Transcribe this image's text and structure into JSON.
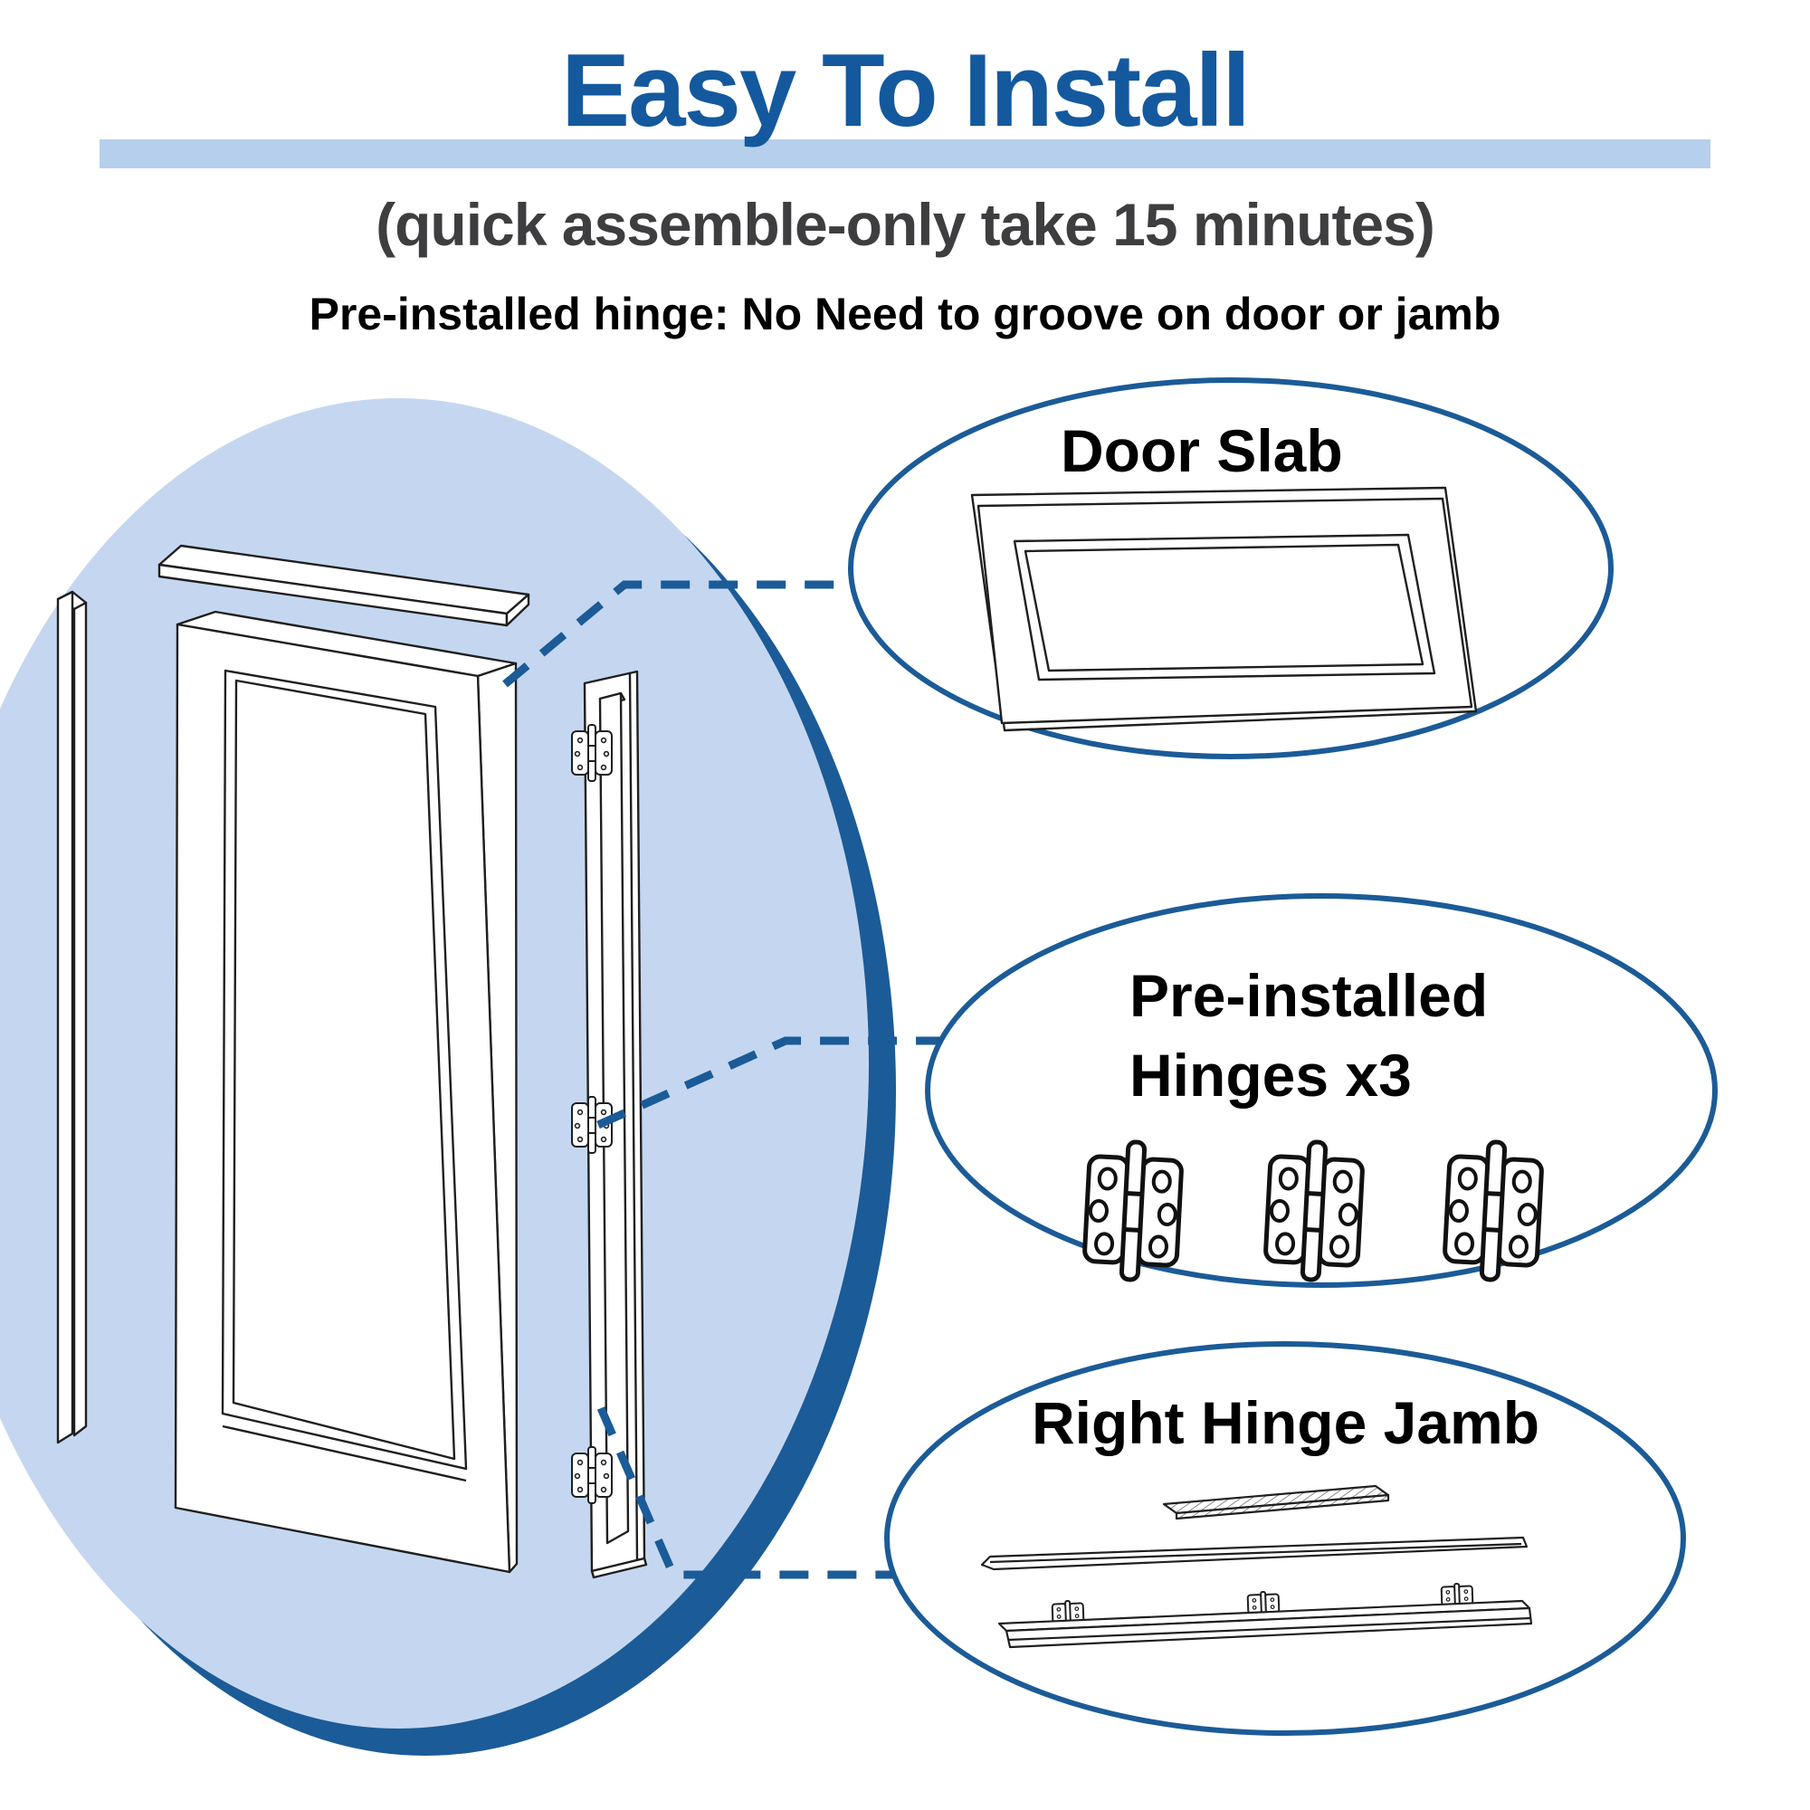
{
  "header": {
    "title": "Easy To Install",
    "subtitle": "(quick assemble-only take 15 minutes)",
    "note": "Pre-installed hinge: No Need to groove on door or jamb"
  },
  "callouts": {
    "door_slab": {
      "title": "Door Slab"
    },
    "hinges": {
      "title_line1": "Pre-installed",
      "title_line2": "Hinges x3",
      "count": "x3"
    },
    "right_hinge_jamb": {
      "title": "Right Hinge Jamb"
    }
  },
  "icons": {
    "hinge-icon": "butt-hinge-outline-with-6-screw-holes",
    "door-slab-icon": "one-panel-door-outline",
    "head-jamb-icon": "flat-jamb-strip",
    "left-jamb-icon": "vertical-jamb-channel",
    "right-hinge-jamb-icon": "jamb-board-with-door-stop-and-hinges"
  },
  "colors": {
    "accent_dark": "#1b5b97",
    "title_blue": "#14599e",
    "title_bar": "#b6cfed",
    "circle_fill": "#c5d7f0",
    "subtitle_gray": "#3e3e40",
    "text_black": "#000000",
    "line_art": "#1f1f1f",
    "white": "#ffffff"
  }
}
